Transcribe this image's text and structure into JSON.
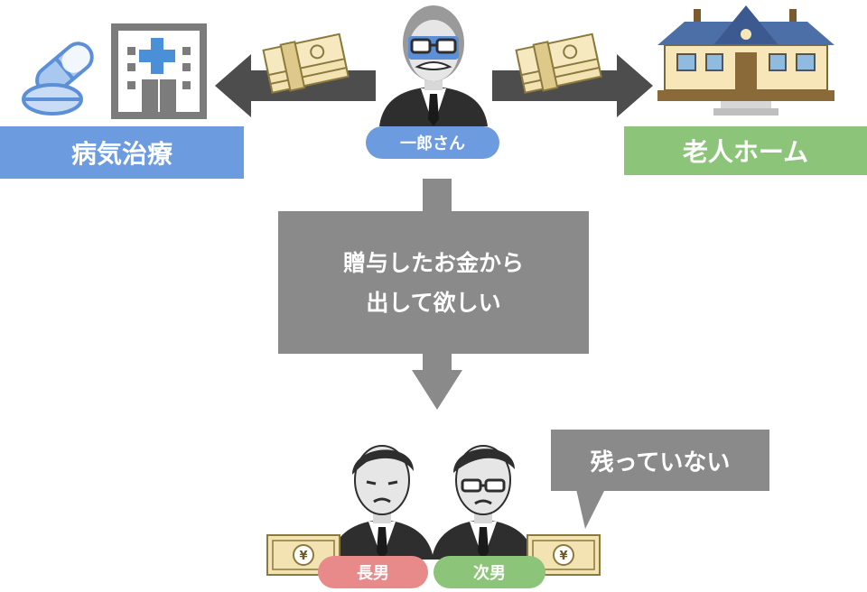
{
  "left_box": {
    "label": "病気治療",
    "color": "#6d9be0"
  },
  "right_box": {
    "label": "老人ホーム",
    "color": "#8cc47a"
  },
  "father": {
    "label": "一郎さん",
    "color": "#6d9be0"
  },
  "flow_box": {
    "line1": "贈与したお金から",
    "line2": "出して欲しい",
    "color": "#8a8a8a"
  },
  "speech": {
    "text": "残っていない",
    "color": "#8a8a8a"
  },
  "son1": {
    "label": "長男",
    "color": "#e88a8a"
  },
  "son2": {
    "label": "次男",
    "color": "#8cc47a"
  },
  "icons": [
    "pills-icon",
    "hospital-icon",
    "money-bundle-icon",
    "grandfather-avatar-icon",
    "house-icon",
    "son-avatar-icon",
    "banknote-yen-icon"
  ]
}
